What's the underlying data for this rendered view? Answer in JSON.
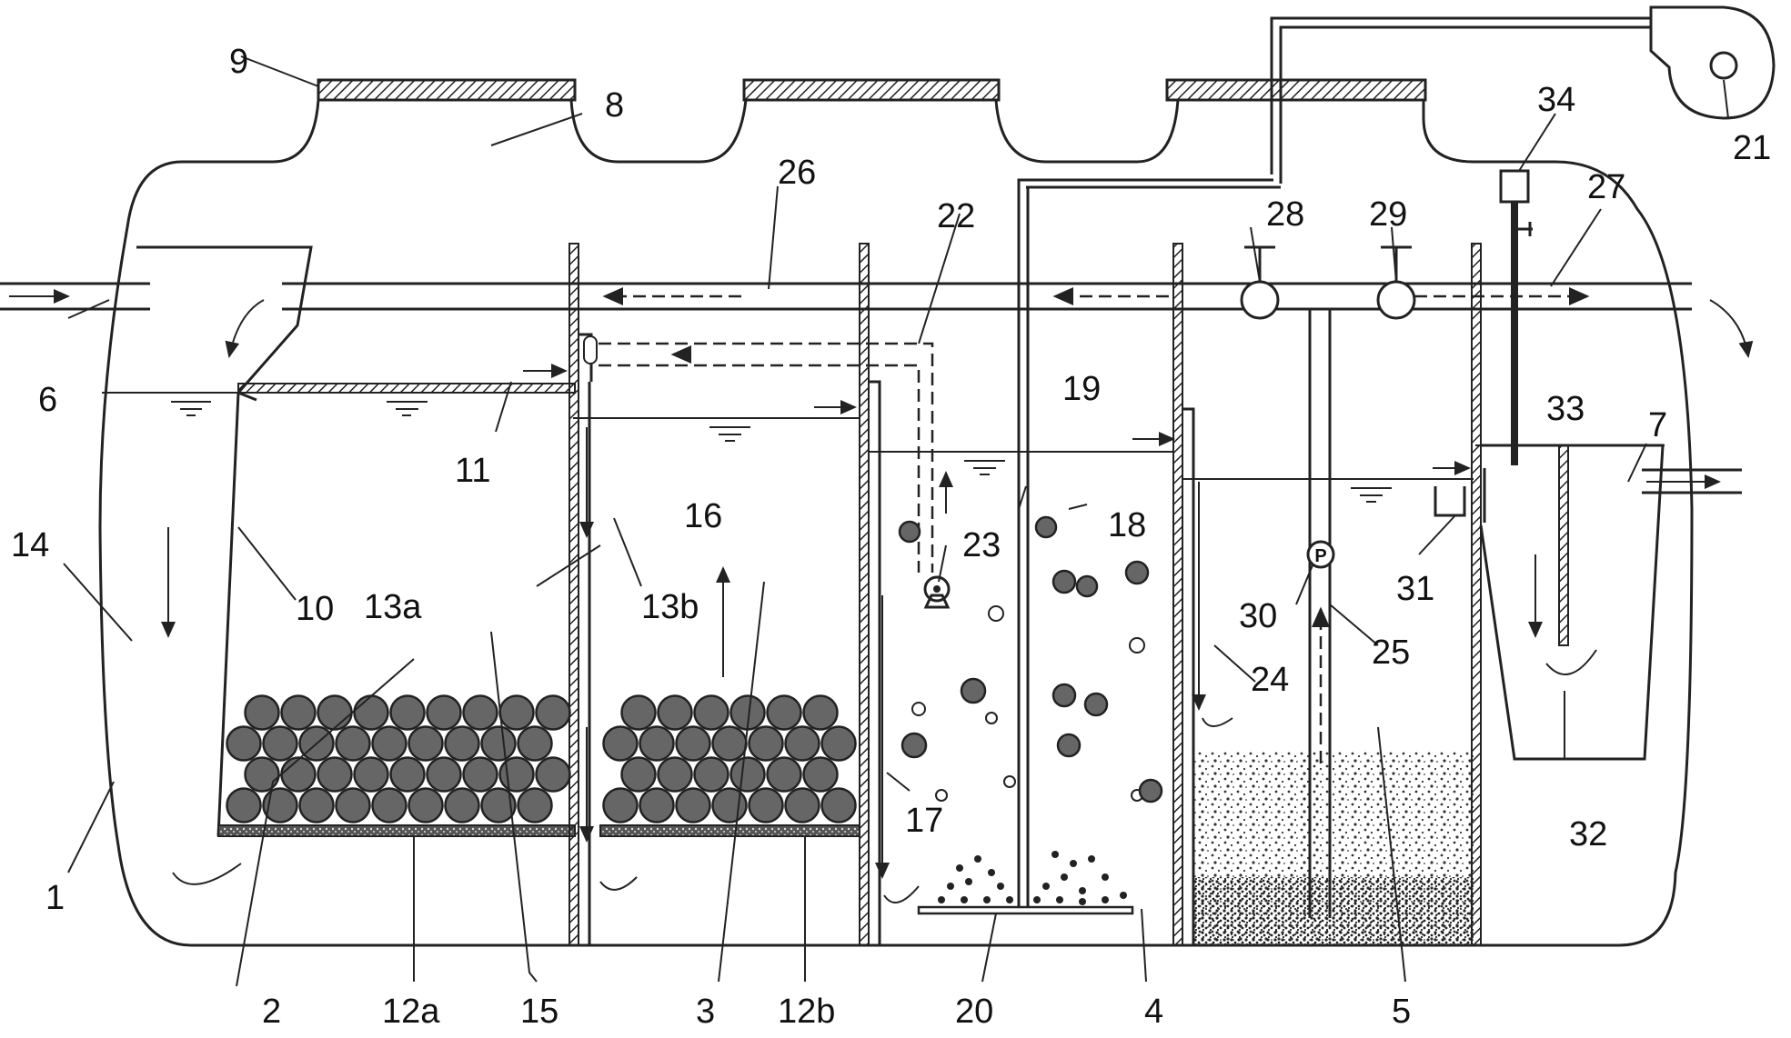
{
  "labels": {
    "l1": "1",
    "l2": "2",
    "l3": "3",
    "l4": "4",
    "l5": "5",
    "l6": "6",
    "l7": "7",
    "l8": "8",
    "l9": "9",
    "l10": "10",
    "l11": "11",
    "l12a": "12a",
    "l12b": "12b",
    "l13a": "13a",
    "l13b": "13b",
    "l14": "14",
    "l15": "15",
    "l16": "16",
    "l17": "17",
    "l18": "18",
    "l19": "19",
    "l20": "20",
    "l21": "21",
    "l22": "22",
    "l23": "23",
    "l24": "24",
    "l25": "25",
    "l26": "26",
    "l27": "27",
    "l28": "28",
    "l29": "29",
    "l30": "30",
    "l31": "31",
    "l32": "32",
    "l33": "33",
    "l34": "34"
  },
  "pump_symbol": "P"
}
